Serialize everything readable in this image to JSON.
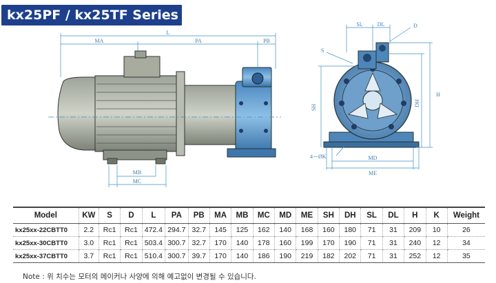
{
  "title": "kx25PF / kx25TF Series",
  "dimension_labels": {
    "L": "L",
    "MA": "MA",
    "PA": "PA",
    "PB": "PB",
    "MB": "MB",
    "MC": "MC",
    "SL": "SL",
    "DL": "DL",
    "D": "D",
    "S": "S",
    "SH": "SH",
    "DH": "DH",
    "H": "H",
    "MD": "MD",
    "ME": "ME",
    "K": "4－ØK"
  },
  "table": {
    "headers": [
      "Model",
      "KW",
      "S",
      "D",
      "L",
      "PA",
      "PB",
      "MA",
      "MB",
      "MC",
      "MD",
      "ME",
      "SH",
      "DH",
      "SL",
      "DL",
      "H",
      "K",
      "Weight"
    ],
    "rows": [
      [
        "kx25xx-22CBTT0",
        "2.2",
        "Rc1",
        "Rc1",
        "472.4",
        "294.7",
        "32.7",
        "145",
        "125",
        "162",
        "140",
        "168",
        "160",
        "180",
        "71",
        "31",
        "209",
        "10",
        "26"
      ],
      [
        "kx25xx-30CBTT0",
        "3.0",
        "Rc1",
        "Rc1",
        "503.4",
        "300.7",
        "32.7",
        "170",
        "140",
        "178",
        "160",
        "199",
        "170",
        "190",
        "71",
        "31",
        "240",
        "12",
        "34"
      ],
      [
        "kx25xx-37CBTT0",
        "3.7",
        "Rc1",
        "Rc1",
        "510.4",
        "300.7",
        "39.7",
        "170",
        "140",
        "186",
        "190",
        "219",
        "182",
        "202",
        "71",
        "31",
        "252",
        "12",
        "35"
      ]
    ]
  },
  "note": "Note : 위 치수는 모터의 메이커나 사양에 의해 예고없이 변경될 수 있습니다."
}
